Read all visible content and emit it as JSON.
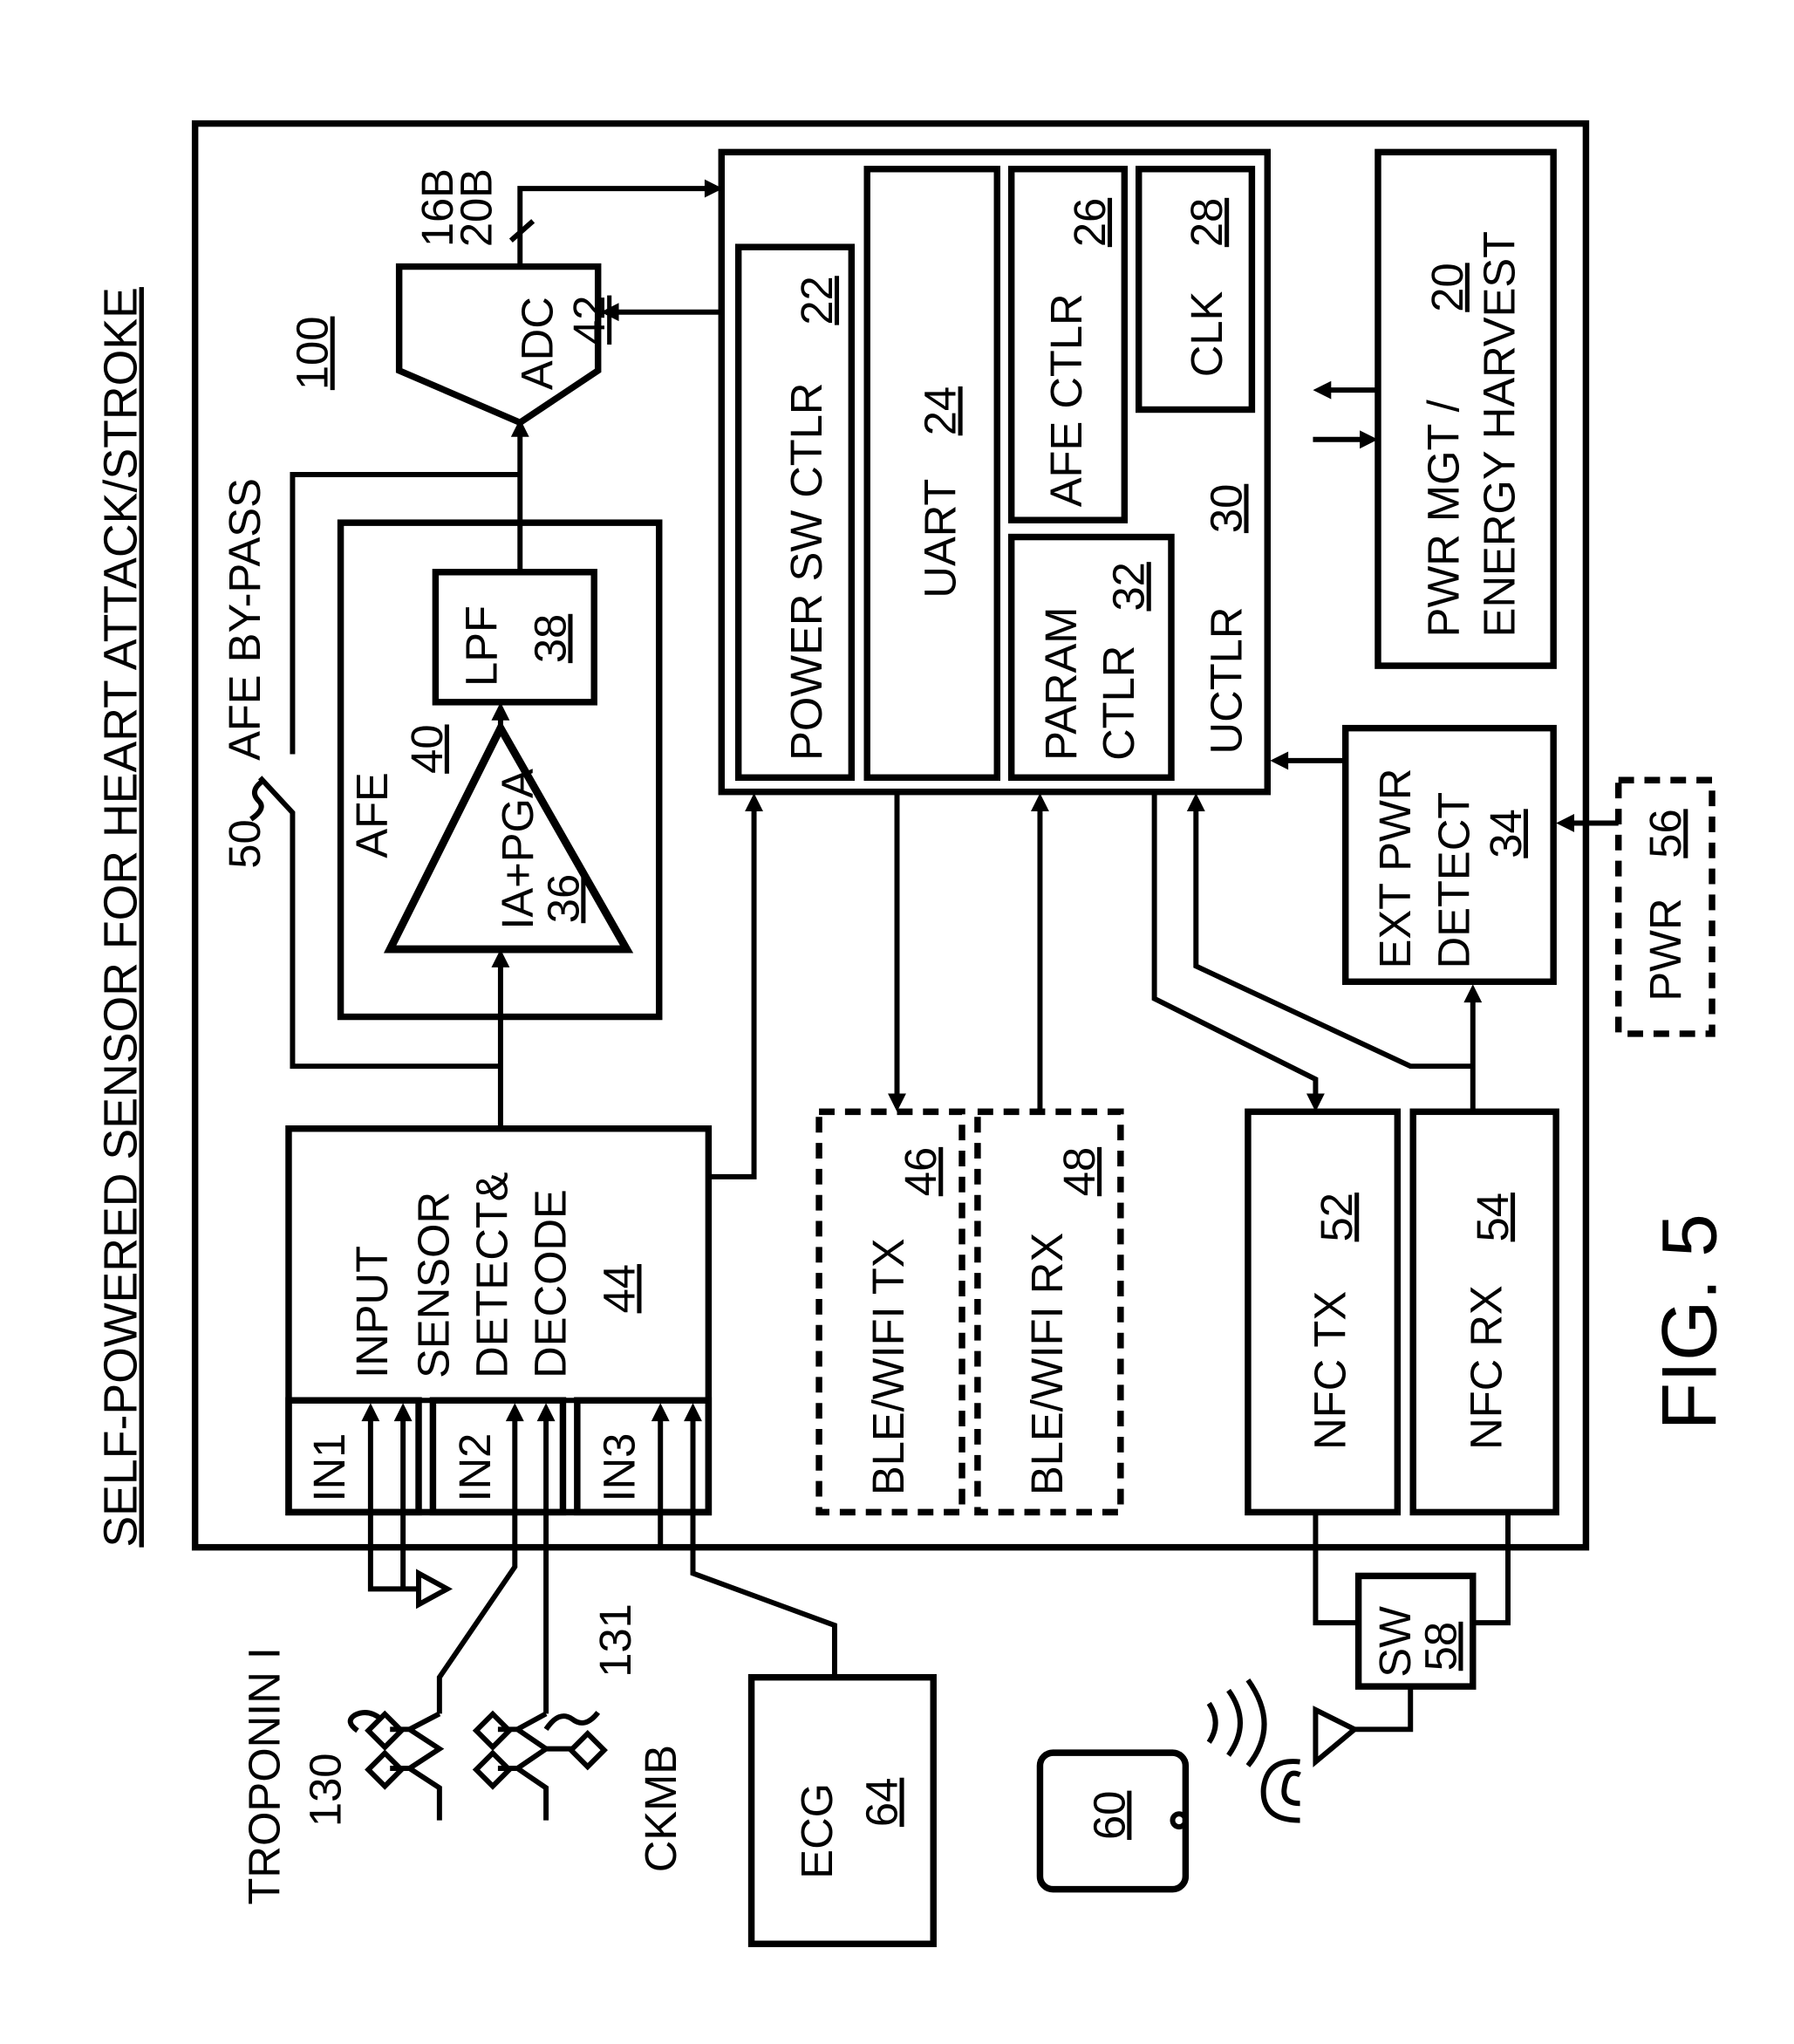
{
  "figure": {
    "title": "SELF-POWERED SENSOR FOR HEART ATTACK/STROKE",
    "figure_label": "FIG. 5",
    "system_ref": "100"
  },
  "blocks": {
    "adc": {
      "label": "ADC",
      "ref": "42",
      "bits_a": "16B",
      "bits_b": "20B"
    },
    "afe": {
      "label": "AFE",
      "ref": "40"
    },
    "lpf": {
      "label": "LPF",
      "ref": "38"
    },
    "ia_pga": {
      "label": "IA+PGA",
      "ref": "36"
    },
    "bypass": {
      "label": "AFE BY-PASS",
      "ref": "50"
    },
    "input_sensor": {
      "line1": "INPUT",
      "line2": "SENSOR",
      "line3": "DETECT&",
      "line4": "DECODE",
      "ref": "44"
    },
    "inputs": [
      "IN1",
      "IN2",
      "IN3"
    ],
    "uctlr": {
      "label": "UCTLR",
      "ref": "30"
    },
    "power_sw": {
      "label": "POWER SW CTLR",
      "ref": "22"
    },
    "uart": {
      "label": "UART",
      "ref": "24"
    },
    "afe_ctlr": {
      "label": "AFE CTLR",
      "ref": "26"
    },
    "clk": {
      "label": "CLK",
      "ref": "28"
    },
    "param_ctlr": {
      "line1": "PARAM",
      "line2": "CTLR",
      "ref": "32"
    },
    "pwr_mgt": {
      "line1": "PWR MGT /",
      "line2": "ENERGY HARVEST",
      "ref": "20"
    },
    "ext_pwr": {
      "line1": "EXT PWR",
      "line2": "DETECT",
      "ref": "34"
    },
    "pwr": {
      "label": "PWR",
      "ref": "56"
    },
    "ble_tx": {
      "label": "BLE/WIFI TX",
      "ref": "46"
    },
    "ble_rx": {
      "label": "BLE/WIFI RX",
      "ref": "48"
    },
    "nfc_tx": {
      "label": "NFC TX",
      "ref": "52"
    },
    "nfc_rx": {
      "label": "NFC RX",
      "ref": "54"
    },
    "sw": {
      "label": "SW",
      "ref": "58"
    },
    "ecg": {
      "label": "ECG",
      "ref": "64"
    },
    "phone": {
      "ref": "60"
    }
  },
  "sensors": {
    "troponin": {
      "label": "TROPONIN I",
      "ref": "130"
    },
    "ckmb": {
      "label": "CKMB",
      "ref": "131"
    }
  }
}
